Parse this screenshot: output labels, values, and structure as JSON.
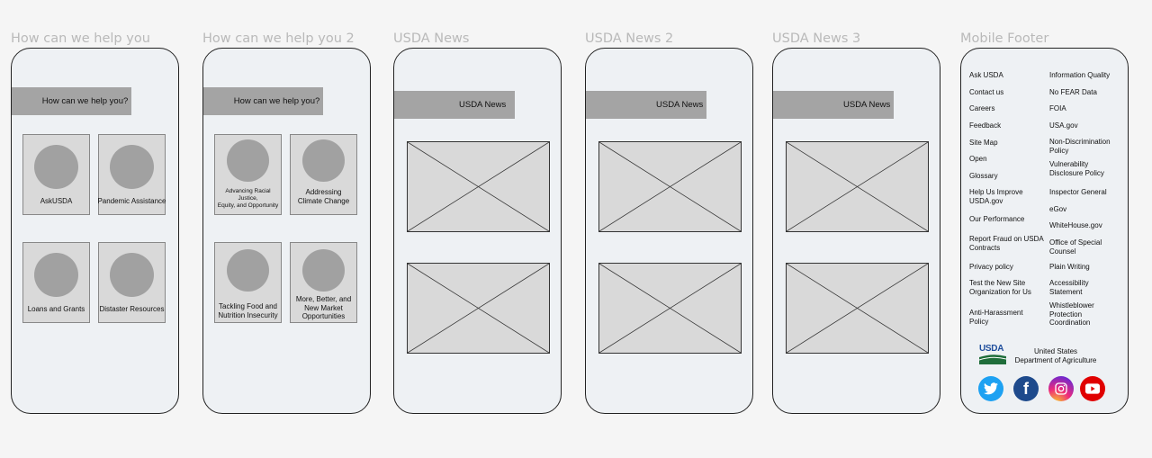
{
  "frames": [
    {
      "title": "How can we help you",
      "header": "How can we help you?",
      "cards": [
        {
          "label": "AskUSDA"
        },
        {
          "label": "Pandemic Assistance"
        },
        {
          "label": "Loans and Grants"
        },
        {
          "label": "Distaster Resources"
        }
      ]
    },
    {
      "title": "How can we help you 2",
      "header": "How can we help you?",
      "cards": [
        {
          "label_lines": [
            "Advancing Racial",
            "Justice,",
            "Equity, and Opportunity"
          ]
        },
        {
          "label_lines": [
            "Addressing",
            "Climate Change"
          ]
        },
        {
          "label_lines": [
            "Tackling Food and",
            "Nutrition Insecurity"
          ]
        },
        {
          "label_lines": [
            "More, Better, and",
            "New Market",
            "Opportunities"
          ]
        }
      ]
    },
    {
      "title": "USDA News",
      "header": "USDA News"
    },
    {
      "title": "USDA News 2",
      "header": "USDA News"
    },
    {
      "title": "USDA News 3",
      "header": "USDA News"
    },
    {
      "title": "Mobile Footer"
    }
  ],
  "footer": {
    "left_links": [
      {
        "lines": [
          "Ask USDA"
        ]
      },
      {
        "lines": [
          "Contact us"
        ]
      },
      {
        "lines": [
          "Careers"
        ]
      },
      {
        "lines": [
          "Feedback"
        ]
      },
      {
        "lines": [
          "Site Map"
        ]
      },
      {
        "lines": [
          "Open"
        ]
      },
      {
        "lines": [
          "Glossary"
        ]
      },
      {
        "lines": [
          "Help Us Improve",
          "USDA.gov"
        ]
      },
      {
        "lines": [
          "Our Performance"
        ]
      },
      {
        "lines": [
          "Report Fraud on USDA",
          "Contracts"
        ]
      },
      {
        "lines": [
          "Privacy policy"
        ]
      },
      {
        "lines": [
          "Test the New Site",
          "Organization for Us"
        ]
      },
      {
        "lines": [
          "Anti-Harassment",
          "Policy"
        ]
      }
    ],
    "right_links": [
      {
        "lines": [
          "Information Quality"
        ]
      },
      {
        "lines": [
          "No FEAR Data"
        ]
      },
      {
        "lines": [
          "FOIA"
        ]
      },
      {
        "lines": [
          "USA.gov"
        ]
      },
      {
        "lines": [
          "Non-Discrimination",
          "Policy"
        ]
      },
      {
        "lines": [
          "Vulnerability",
          "Disclosure Policy"
        ]
      },
      {
        "lines": [
          "Inspector General"
        ]
      },
      {
        "lines": [
          "eGov"
        ]
      },
      {
        "lines": [
          "WhiteHouse.gov"
        ]
      },
      {
        "lines": [
          "Office of Special",
          "Counsel"
        ]
      },
      {
        "lines": [
          "Plain Writing"
        ]
      },
      {
        "lines": [
          "Accessibility",
          "Statement"
        ]
      },
      {
        "lines": [
          "Whistleblower",
          "Protection",
          "Coordination"
        ]
      }
    ],
    "logo_text": "USDA",
    "agency_name_lines": [
      "United States",
      "Department of Agriculture"
    ],
    "social": [
      {
        "name": "twitter-icon",
        "color": "#1da1f2",
        "glyph": ""
      },
      {
        "name": "facebook-icon",
        "color": "#1e4a8c",
        "glyph": "f"
      },
      {
        "name": "instagram-icon",
        "color": "#c2357e",
        "glyph": ""
      },
      {
        "name": "youtube-icon",
        "color": "#e00000",
        "glyph": ""
      }
    ]
  }
}
